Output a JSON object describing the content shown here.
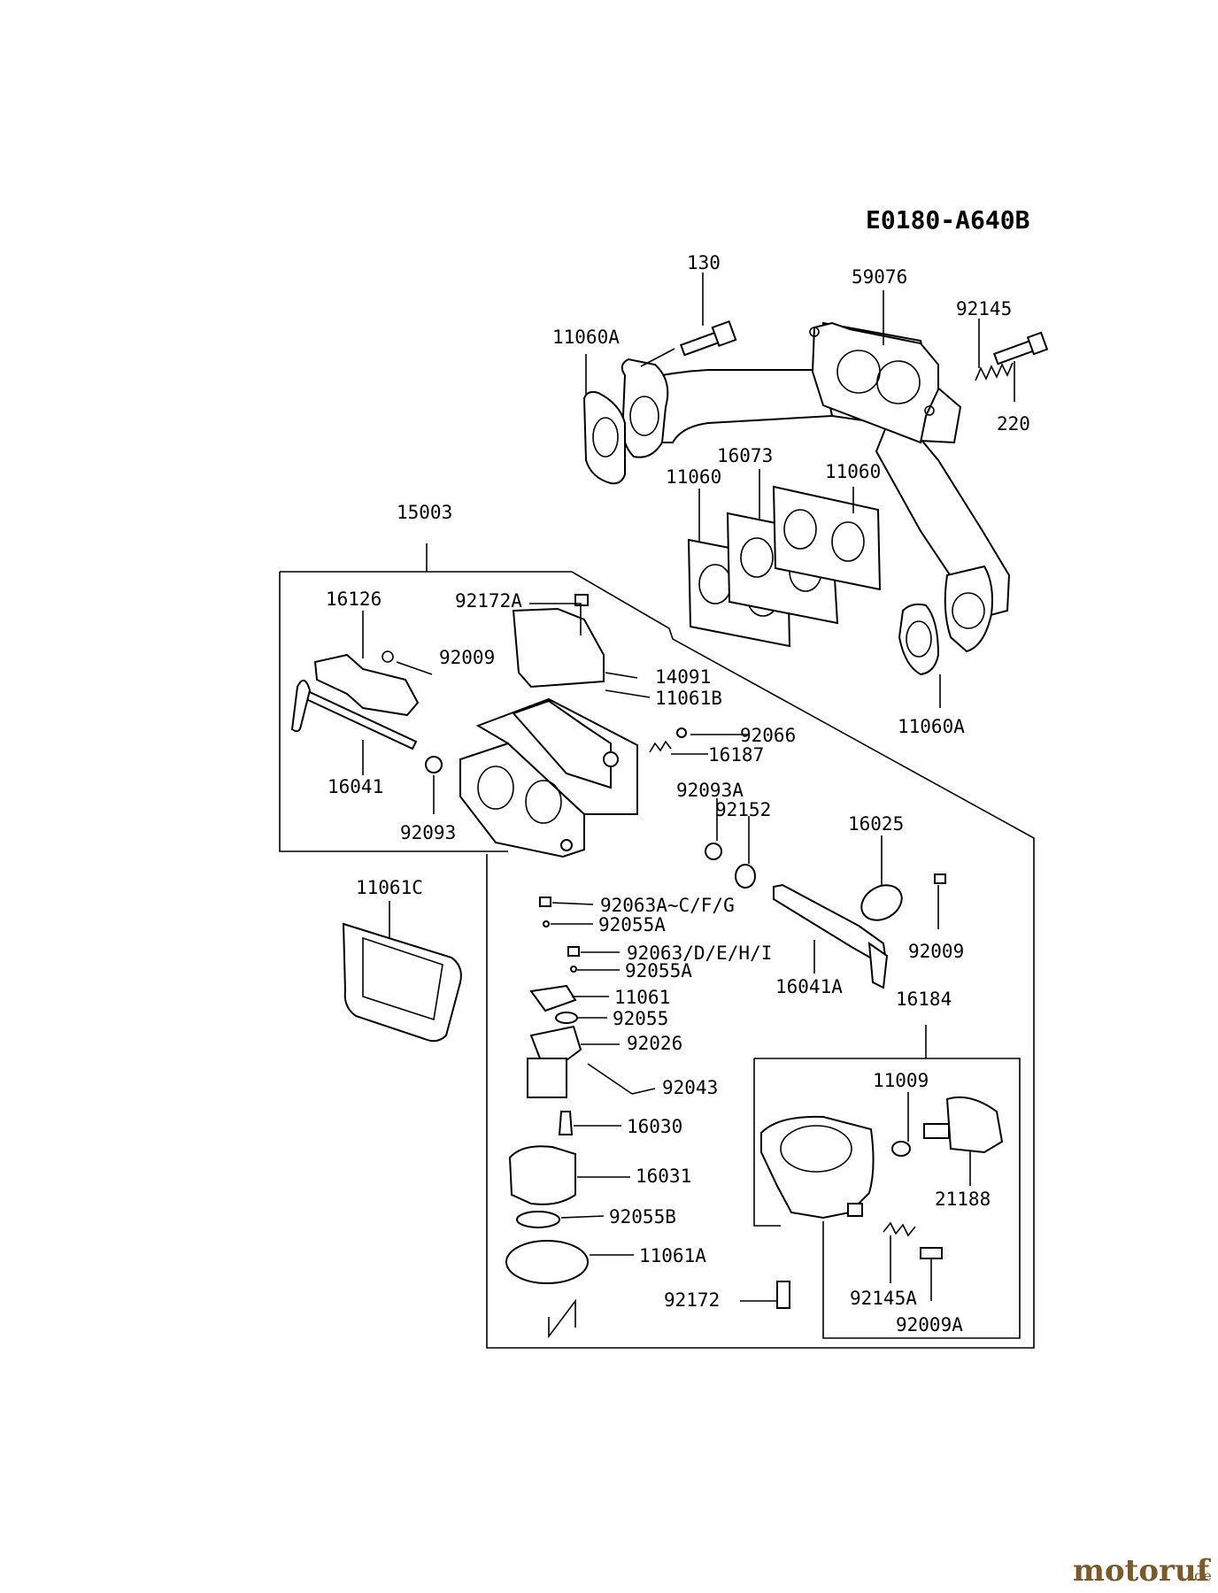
{
  "diagram_code": "E0180-A640B",
  "watermark": {
    "brand": "motoruf",
    "tld": ".de"
  },
  "part_numbers": {
    "p130": "130",
    "p59076": "59076",
    "p92145": "92145",
    "p11060A_top": "11060A",
    "p220": "220",
    "p16073": "16073",
    "p11060_left": "11060",
    "p11060_right": "11060",
    "p15003": "15003",
    "p16126": "16126",
    "p92172A": "92172A",
    "p92009_top": "92009",
    "p14091": "14091",
    "p11061B": "11061B",
    "p11060A_bottom": "11060A",
    "p92066": "92066",
    "p16187": "16187",
    "p16041": "16041",
    "p92093": "92093",
    "p92093A": "92093A",
    "p92152": "92152",
    "p16025": "16025",
    "p11061C": "11061C",
    "p92063A": "92063A~C/F/G",
    "p92055A_1": "92055A",
    "p92063D": "92063/D/E/H/I",
    "p92055A_2": "92055A",
    "p92009_right": "92009",
    "p11061": "11061",
    "p16041A": "16041A",
    "p92055": "92055",
    "p16184": "16184",
    "p92026": "92026",
    "p11009": "11009",
    "p92043": "92043",
    "p16030": "16030",
    "p21188": "21188",
    "p16031": "16031",
    "p92055B": "92055B",
    "p11061A": "11061A",
    "p92145A": "92145A",
    "p92172": "92172",
    "p92009A": "92009A"
  }
}
